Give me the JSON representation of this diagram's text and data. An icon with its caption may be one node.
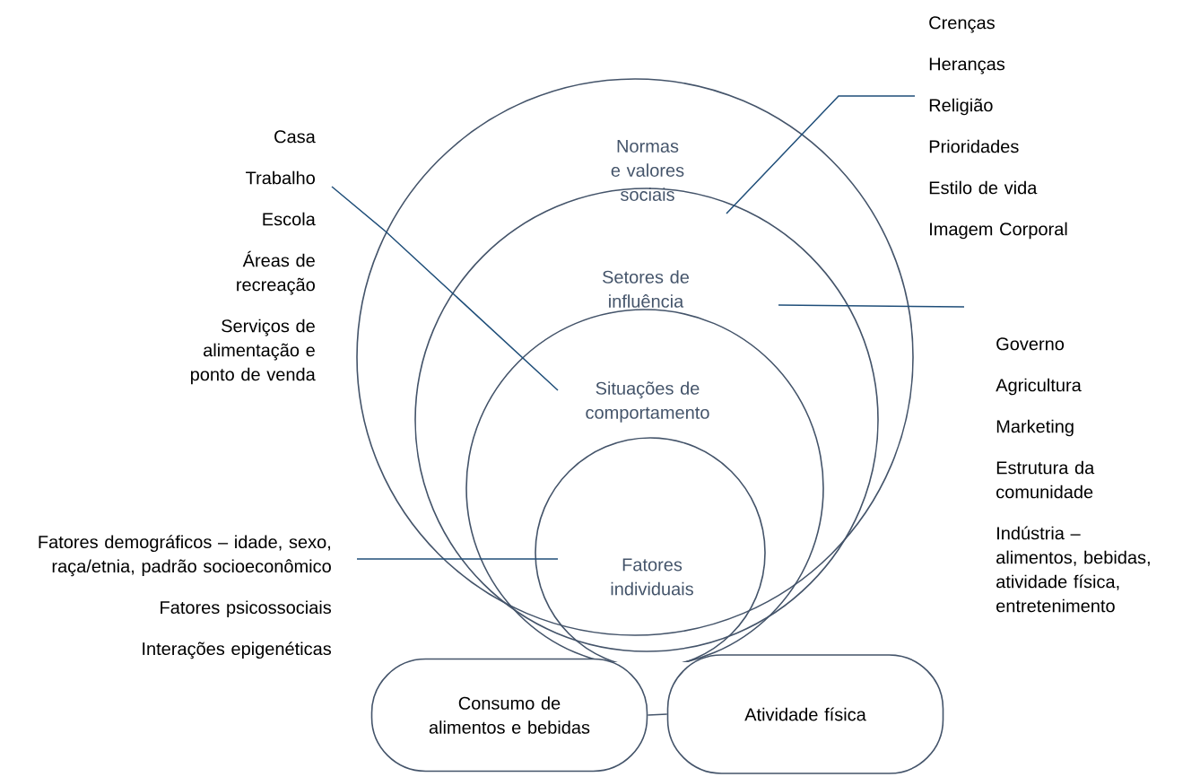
{
  "diagram": {
    "nodes": [
      {
        "text": [
          "Normas e valores sociais"
        ]
      },
      {
        "text": [
          "Setores de influência"
        ],
        "in": 0
      },
      {
        "text": [
          "Situações de comportamento"
        ],
        "in": 1
      },
      {
        "text": [
          "Fatores individuais"
        ],
        "in": 2
      },
      {
        "text": [
          "Casa",
          "Trabalho",
          "Escola",
          "Áreas de recreação",
          "Serviços de alimentação e ponto de venda"
        ]
      },
      {
        "text": [
          "Crenças",
          "Heranças",
          "Religião",
          "Prioridades",
          "Estilo de vida",
          "Imagem Corporal"
        ]
      },
      {
        "text": [
          "Governo",
          "Agricultura",
          "Marketing",
          "Estrutura da comunidade",
          "Indústria – alimentos, bebidas, atividade física, entretenimento"
        ]
      },
      {
        "text": [
          "Fatores demográficos – idade, sexo, raça/etnia, padrão socioeconômico",
          "Fatores psicossociais",
          "Interações epigenéticas"
        ]
      },
      {
        "text": [
          "Consumo de alimentos e bebidas"
        ]
      },
      {
        "text": [
          "Atividade física"
        ]
      }
    ],
    "edges": [
      {
        "from": 4,
        "to": 2,
        "arrow": "none"
      },
      {
        "from": 5,
        "to": 0,
        "arrow": "none"
      },
      {
        "from": 6,
        "to": 1,
        "arrow": "none"
      },
      {
        "from": 7,
        "to": 3,
        "arrow": "none"
      },
      {
        "from": 8,
        "to": 9,
        "arrow": "none",
        "color": "#44546a"
      }
    ]
  }
}
